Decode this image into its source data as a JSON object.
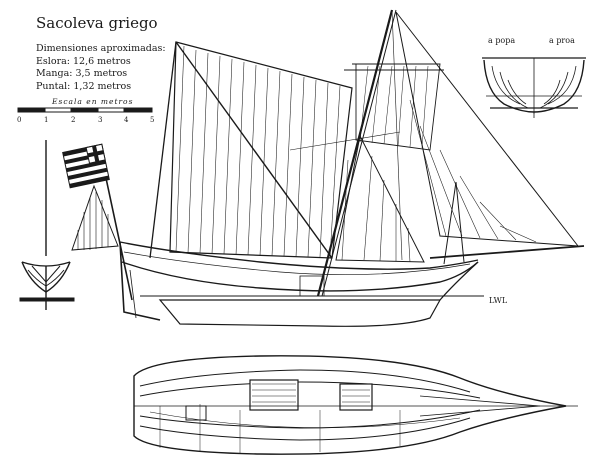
{
  "title": "Sacoleva griego",
  "dimensions": {
    "heading": "Dimensiones aproximadas:",
    "eslora": "Eslora: 12,6 metros",
    "manga": "Manga: 3,5 metros",
    "puntal": "Puntal: 1,32 metros"
  },
  "scale": {
    "label": "Escala en metros",
    "ticks": [
      "0",
      "1",
      "2",
      "3",
      "4",
      "5"
    ]
  },
  "section_labels": {
    "stern": "a popa",
    "bow": "a proa"
  },
  "waterline_label": "LWL",
  "flag": "greek-flag-icon"
}
